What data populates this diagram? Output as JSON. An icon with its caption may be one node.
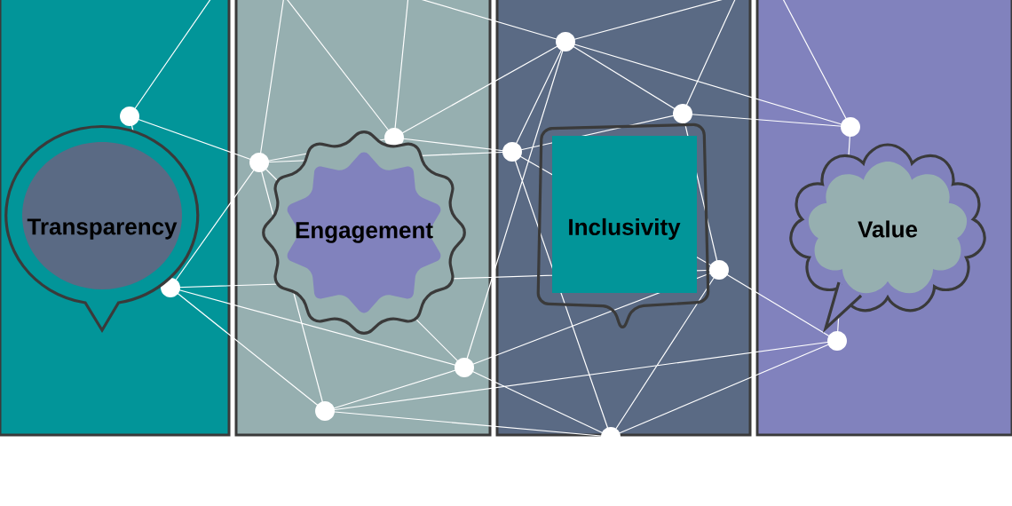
{
  "diagram": {
    "nodes": [
      {
        "text": [
          "Transparency"
        ]
      },
      {
        "text": [
          "Engagement"
        ]
      },
      {
        "text": [
          "Inclusivity"
        ]
      },
      {
        "text": [
          "Value"
        ]
      }
    ],
    "edges": []
  }
}
